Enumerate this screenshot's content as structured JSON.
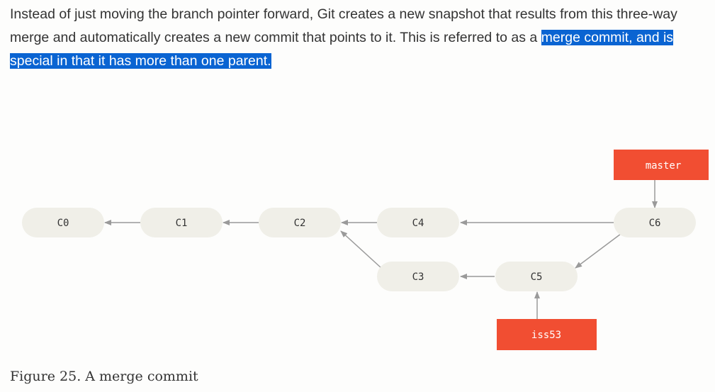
{
  "paragraph": {
    "text_before": "Instead of just moving the branch pointer forward, Git creates a new snapshot that results from this three-way merge and automatically creates a new commit that points to it. This is referred to as a ",
    "highlighted": "merge commit, and is special in that it has more than one parent."
  },
  "diagram": {
    "colors": {
      "node_fill": "#f0efe8",
      "label_fill": "#f14e32",
      "arrow": "#9a9a9a"
    },
    "nodes": {
      "c0": "C0",
      "c1": "C1",
      "c2": "C2",
      "c3": "C3",
      "c4": "C4",
      "c5": "C5",
      "c6": "C6"
    },
    "labels": {
      "master": "master",
      "iss53": "iss53"
    }
  },
  "caption": "Figure 25. A merge commit"
}
